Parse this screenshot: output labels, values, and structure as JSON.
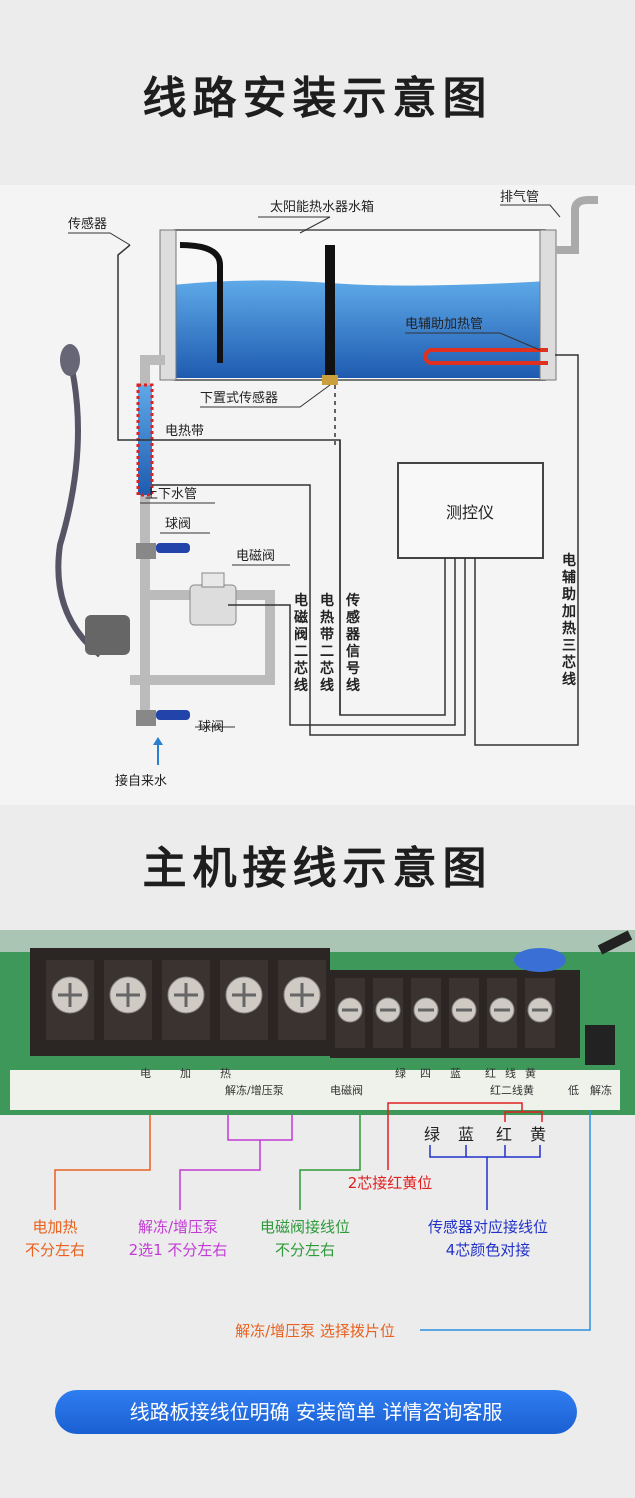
{
  "titles": {
    "wiring": "线路安装示意图",
    "host": "主机接线示意图"
  },
  "diagram": {
    "tank": "太阳能热水器水箱",
    "vent": "排气管",
    "sensor": "传感器",
    "heater": "电辅助加热管",
    "lower_sensor": "下置式传感器",
    "heat_tape": "电热带",
    "pipe": "上下水管",
    "ball_valve_1": "球阀",
    "solenoid": "电磁阀",
    "controller": "测控仪",
    "ball_valve_2": "球阀",
    "inlet": "接自来水",
    "v_lines": [
      "电磁阀二芯线",
      "电热带二芯线",
      "传感器信号线"
    ],
    "v_heater_line": "电辅助加热三芯线"
  },
  "board": {
    "labels": [
      "电",
      "加",
      "热",
      "解冻/增压泵",
      "电磁阀",
      "绿",
      "四",
      "蓝",
      "红",
      "线",
      "黄",
      "红二线黄",
      "低",
      "解冻"
    ]
  },
  "callouts": {
    "wire_colors": [
      "绿",
      "蓝",
      "红",
      "黄"
    ],
    "two_core": "2芯接红黄位",
    "heat_1": "电加热",
    "heat_2": "不分左右",
    "pump_1": "解冻/增压泵",
    "pump_2": "2选1 不分左右",
    "valve_1": "电磁阀接线位",
    "valve_2": "不分左右",
    "sensor_1": "传感器对应接线位",
    "sensor_2": "4芯颜色对接",
    "switch": "解冻/增压泵 选择拨片位"
  },
  "banner": "线路板接线位明确 安装简单 详情咨询客服",
  "colors": {
    "heat": "#e8611e",
    "pump": "#c23bd4",
    "valve": "#2e9a3a",
    "red": "#e02020",
    "sensor": "#2232c8",
    "switch": "#2a90e0",
    "water": "#2a7fd0"
  }
}
